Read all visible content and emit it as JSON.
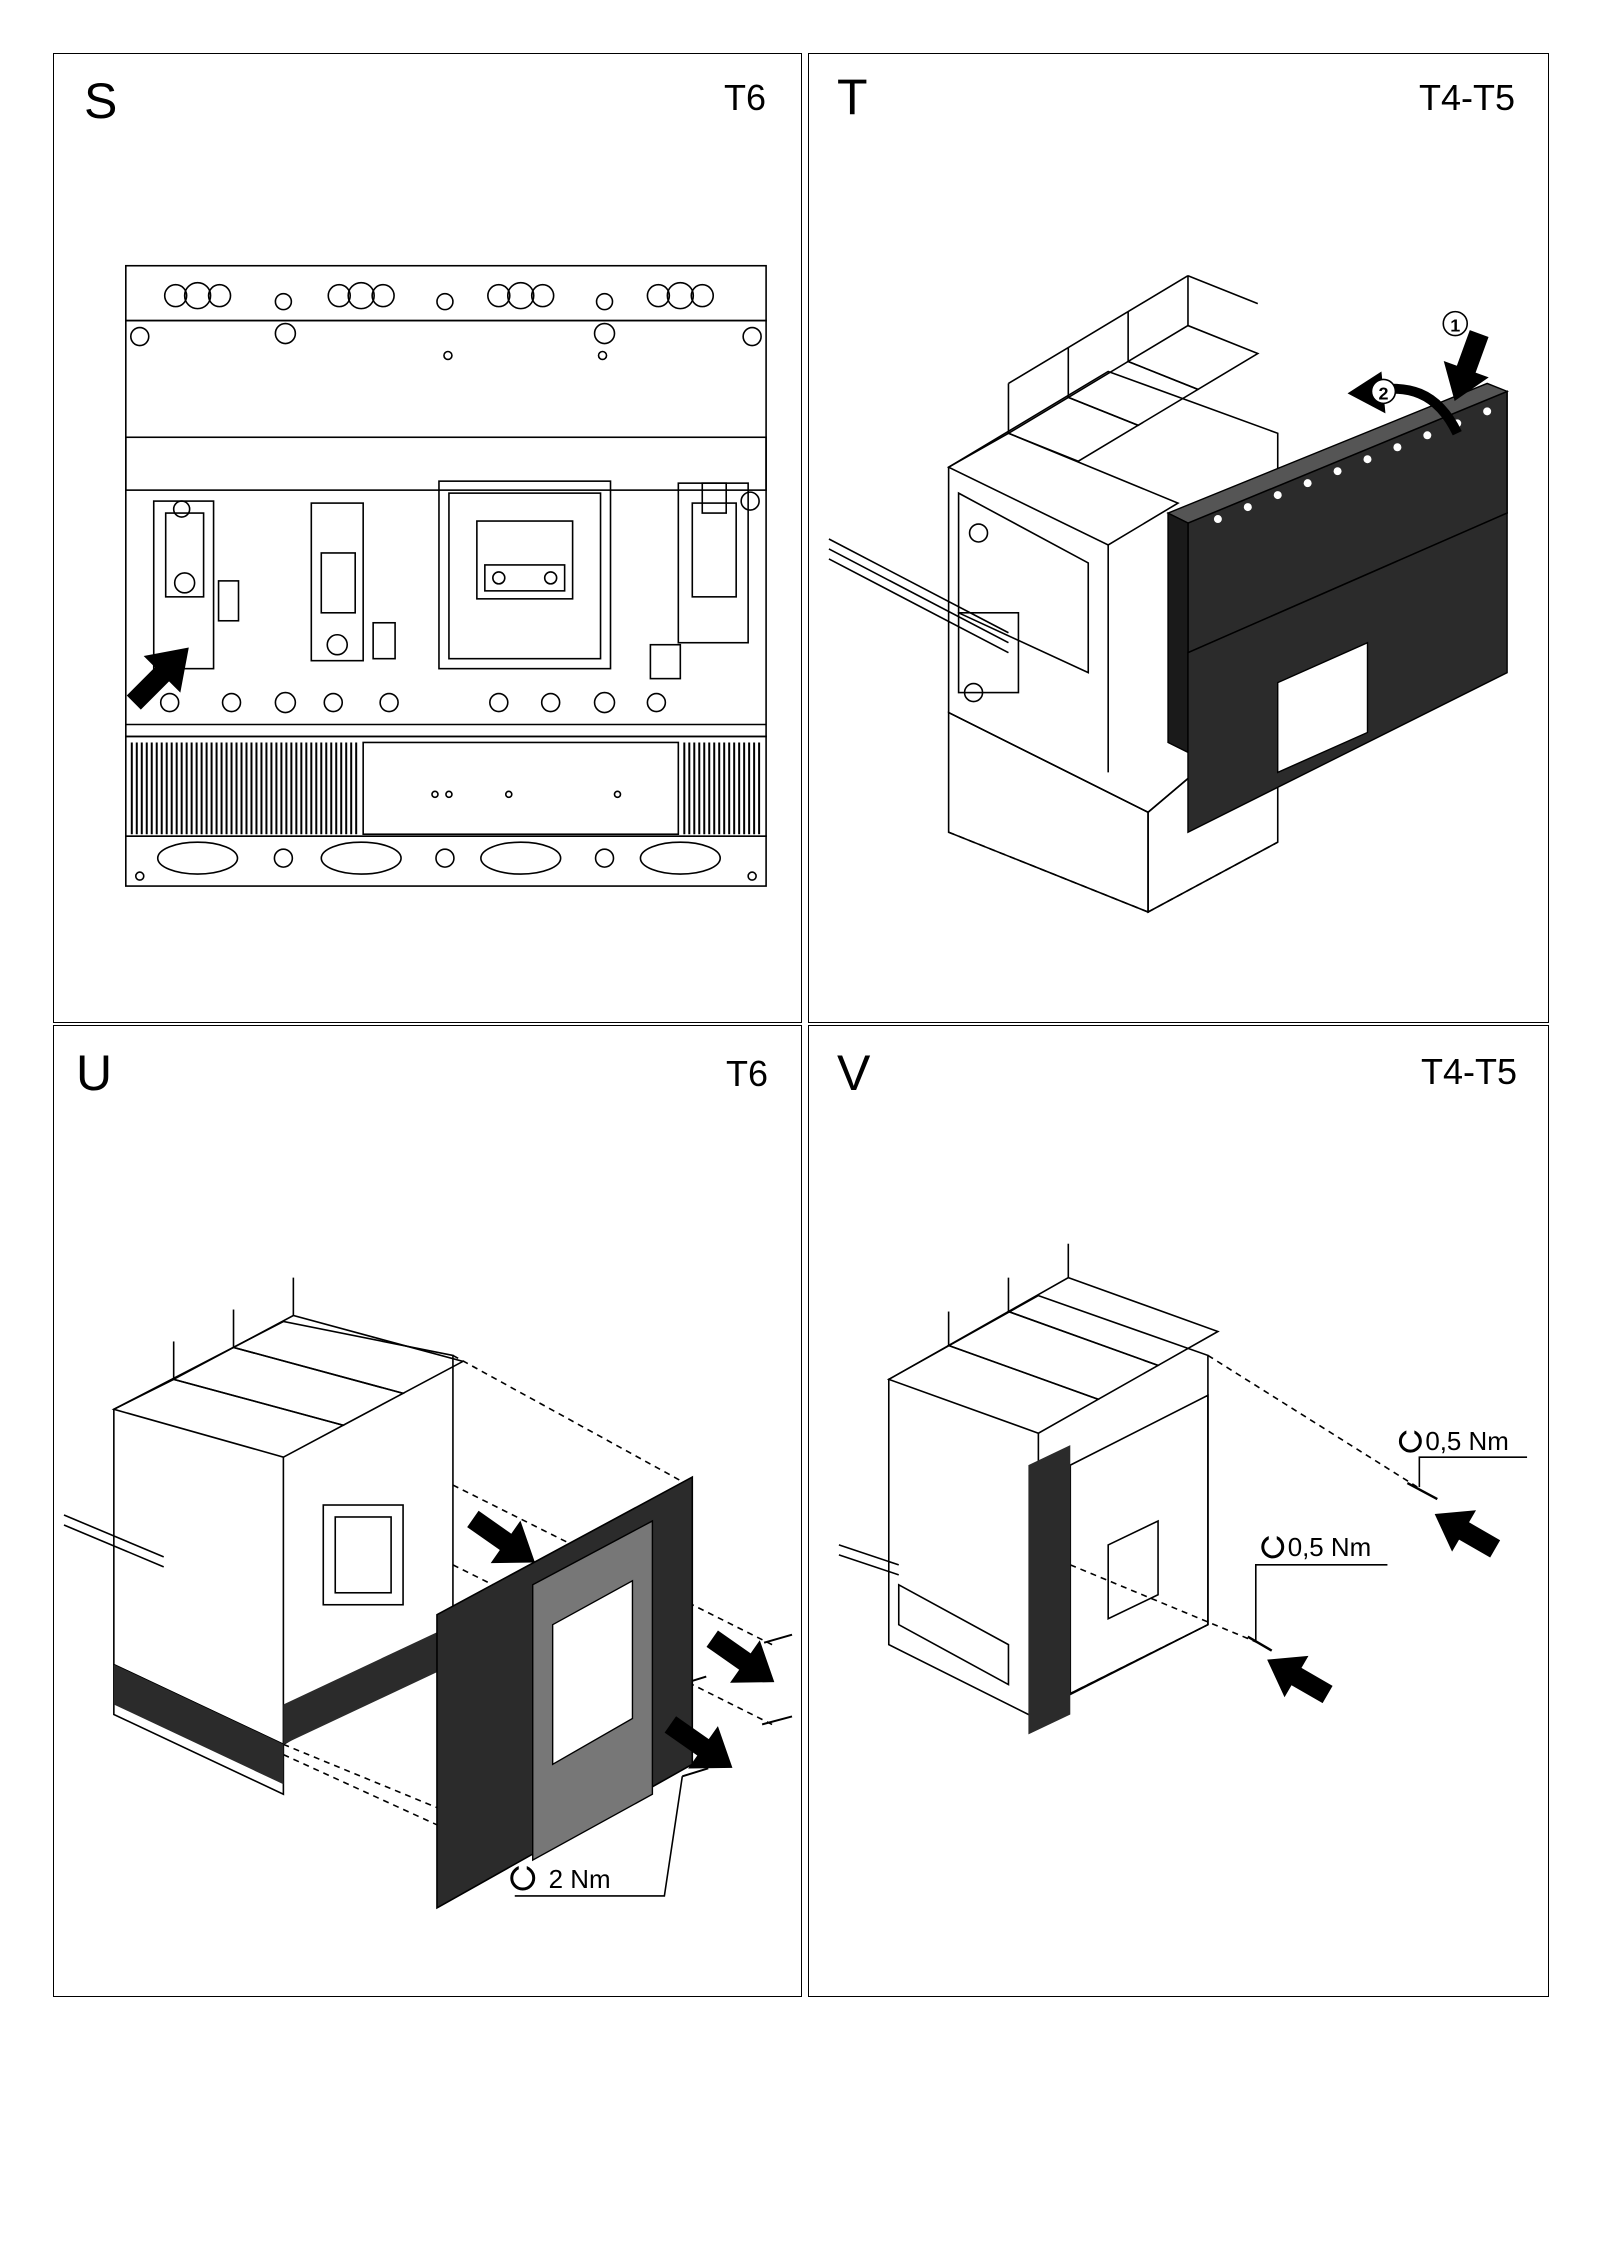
{
  "panels": [
    {
      "letter": "S",
      "model": "T6"
    },
    {
      "letter": "T",
      "model": "T4-T5"
    },
    {
      "letter": "U",
      "model": "T6"
    },
    {
      "letter": "V",
      "model": "T4-T5"
    }
  ],
  "torques": {
    "u_screw": "2 Nm",
    "v_screw_upper": "0,5 Nm",
    "v_screw_lower": "0,5 Nm"
  },
  "step_markers": {
    "t_step1": "1",
    "t_step2": "2"
  },
  "colors": {
    "line": "#000000",
    "dark_panel": "#2b2b2b",
    "mid_grey": "#777777"
  },
  "icons": [
    "arrow-icon",
    "torque-icon"
  ]
}
